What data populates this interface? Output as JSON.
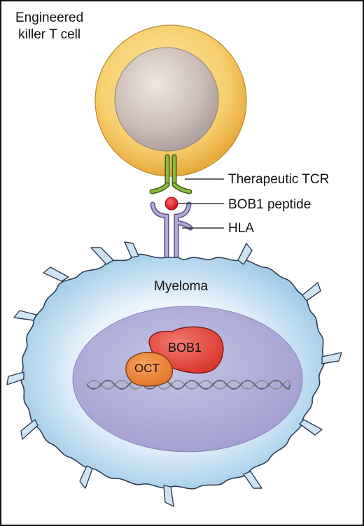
{
  "labels": {
    "tcell_line1": "Engineered",
    "tcell_line2": "killer T cell",
    "tcr": "Therapeutic TCR",
    "peptide": "BOB1 peptide",
    "hla": "HLA",
    "myeloma": "Myeloma",
    "bob1": "BOB1",
    "oct": "OCT"
  },
  "colors": {
    "tcell_body": "#f2c35e",
    "tcell_nucleus": "#cbbcb8",
    "tcr": "#8dbb3e",
    "peptide": "#e0202a",
    "hla": "#a79bc9",
    "myeloma_cell": "#a9cfe8",
    "myeloma_nucleus": "#a9a6d0",
    "bob1_protein": "#e8524a",
    "oct_protein": "#ee8a3a",
    "dna": "#8a8f9c"
  }
}
